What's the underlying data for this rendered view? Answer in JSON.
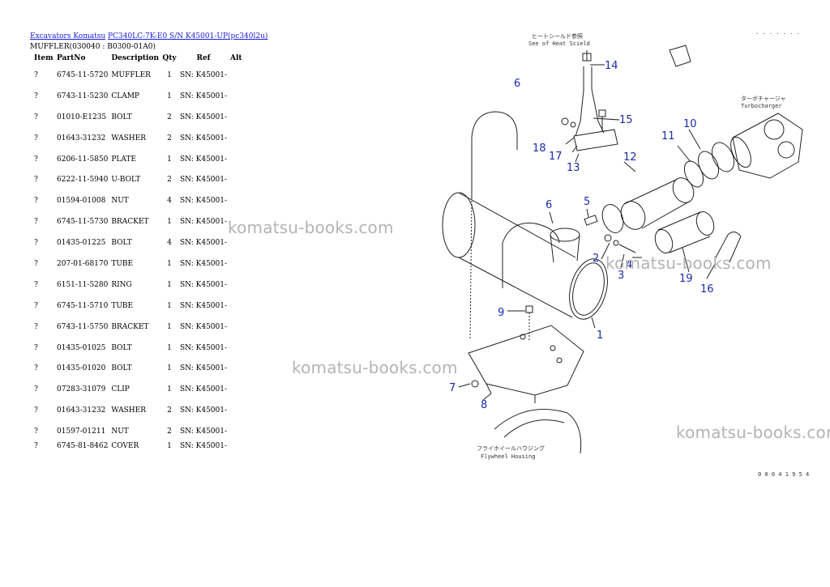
{
  "breadcrumb": {
    "link1": "Excavators Komatsu",
    "link2": "PC340LC-7K-E0 S/N K45001-UP(pc340l2u)"
  },
  "subtitle": "MUFFLER(030040 : B0300-01A0)",
  "table": {
    "headers": [
      "Item",
      "PartNo",
      "Description",
      "Qty",
      "Ref",
      "Alt"
    ],
    "rows": [
      {
        "item": "?",
        "partno": "6745-11-5720",
        "desc": "MUFFLER",
        "qty": "1",
        "ref": "SN: K45001-"
      },
      {
        "item": "?",
        "partno": "6743-11-5230",
        "desc": "CLAMP",
        "qty": "1",
        "ref": "SN: K45001-"
      },
      {
        "item": "?",
        "partno": "01010-E1235",
        "desc": "BOLT",
        "qty": "2",
        "ref": "SN: K45001-"
      },
      {
        "item": "?",
        "partno": "01643-31232",
        "desc": "WASHER",
        "qty": "2",
        "ref": "SN: K45001-"
      },
      {
        "item": "?",
        "partno": "6206-11-5850",
        "desc": "PLATE",
        "qty": "1",
        "ref": "SN: K45001-"
      },
      {
        "item": "?",
        "partno": "6222-11-5940",
        "desc": "U-BOLT",
        "qty": "2",
        "ref": "SN: K45001-"
      },
      {
        "item": "?",
        "partno": "01594-01008",
        "desc": "NUT",
        "qty": "4",
        "ref": "SN: K45001-"
      },
      {
        "item": "?",
        "partno": "6745-11-5730",
        "desc": "BRACKET",
        "qty": "1",
        "ref": "SN: K45001-"
      },
      {
        "item": "?",
        "partno": "01435-01225",
        "desc": "BOLT",
        "qty": "4",
        "ref": "SN: K45001-"
      },
      {
        "item": "?",
        "partno": "207-01-68170",
        "desc": "TUBE",
        "qty": "1",
        "ref": "SN: K45001-"
      },
      {
        "item": "?",
        "partno": "6151-11-5280",
        "desc": "RING",
        "qty": "1",
        "ref": "SN: K45001-"
      },
      {
        "item": "?",
        "partno": "6745-11-5710",
        "desc": "TUBE",
        "qty": "1",
        "ref": "SN: K45001-"
      },
      {
        "item": "?",
        "partno": "6743-11-5750",
        "desc": "BRACKET",
        "qty": "1",
        "ref": "SN: K45001-"
      },
      {
        "item": "?",
        "partno": "01435-01025",
        "desc": "BOLT",
        "qty": "1",
        "ref": "SN: K45001-"
      },
      {
        "item": "?",
        "partno": "01435-01020",
        "desc": "BOLT",
        "qty": "1",
        "ref": "SN: K45001-"
      },
      {
        "item": "?",
        "partno": "07283-31079",
        "desc": "CLIP",
        "qty": "1",
        "ref": "SN: K45001-"
      },
      {
        "item": "?",
        "partno": "01643-31232",
        "desc": "WASHER",
        "qty": "2",
        "ref": "SN: K45001-"
      },
      {
        "item": "?",
        "partno": "01597-01211",
        "desc": "NUT",
        "qty": "2",
        "ref": "SN: K45001-"
      },
      {
        "item": "?",
        "partno": "6745-81-8462",
        "desc": "COVER",
        "qty": "1",
        "ref": "SN: K45001-"
      }
    ]
  },
  "diagram": {
    "heat_shield_jp": "ヒートシールド参照",
    "heat_shield_en": "See of Heat Sciеld",
    "turbo_jp": "ターボチャージャ",
    "turbo_en": "Turbocharger",
    "flywheel_jp": "フライホイールハウジング",
    "flywheel_en": "Flywheel Housing",
    "dots_top": ". . . . . . .",
    "ref_code": "0 0 0 4 1 9 5 4",
    "callouts": [
      "14",
      "6",
      "15",
      "10",
      "11",
      "18",
      "17",
      "13",
      "12",
      "6",
      "5",
      "4",
      "2",
      "3",
      "19",
      "16",
      "9",
      "1",
      "7",
      "8"
    ],
    "callout_color": "#1a2aa8"
  },
  "watermark": {
    "text": "komatsu-books.com",
    "color": "#b4b4b4"
  }
}
